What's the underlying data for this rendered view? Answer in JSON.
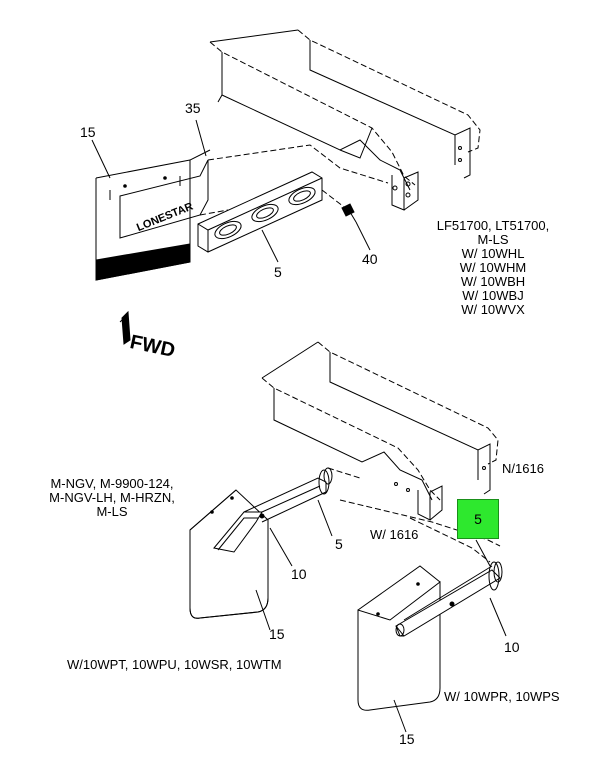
{
  "callouts": {
    "c15_top": "15",
    "c35": "35",
    "c5_top": "5",
    "c40": "40",
    "c5_mid": "5",
    "c10_left": "10",
    "c15_left": "15",
    "c5_highlight": "5",
    "c10_right": "10",
    "c15_bottom": "15"
  },
  "notes": {
    "top_right": [
      "LF51700, LT51700,",
      "M-LS",
      "W/ 10WHL",
      "W/ 10WHM",
      "W/ 10WBH",
      "W/ 10WBJ",
      "W/ 10WVX"
    ],
    "left_models": [
      "M-NGV, M-9900-124,",
      "M-NGV-LH, M-HRZN,",
      "M-LS"
    ],
    "n1616": "N/1616",
    "w1616": "W/ 1616",
    "left_options": "W/10WPT, 10WPU, 10WSR, 10WTM",
    "right_options": "W/ 10WPR, 10WPS"
  },
  "fwd_label": "FWD",
  "logo_text": "LONESTAR",
  "highlight_color": "#2ee82e"
}
